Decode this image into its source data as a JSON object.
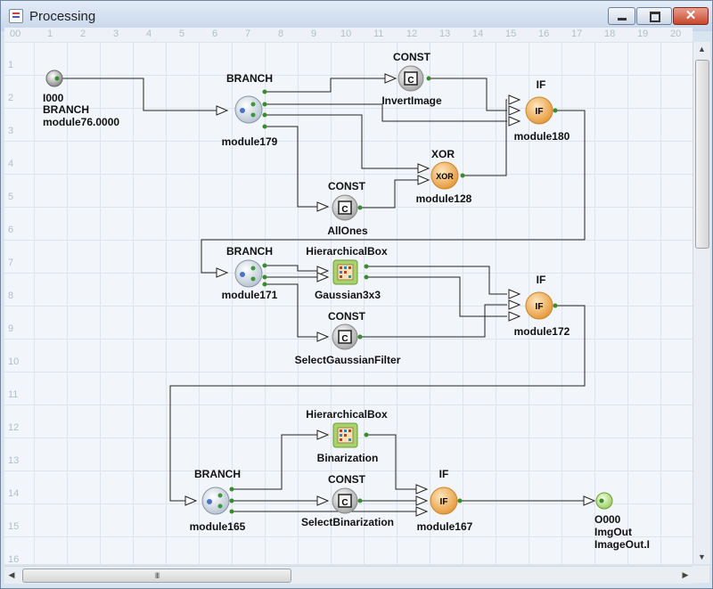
{
  "window": {
    "title": "Processing",
    "close_glyph": "✕"
  },
  "ruler_cols": [
    "00",
    "1",
    "2",
    "3",
    "4",
    "5",
    "6",
    "7",
    "8",
    "9",
    "10",
    "11",
    "12",
    "13",
    "14",
    "15",
    "16",
    "17",
    "18",
    "19",
    "20"
  ],
  "ruler_rows": [
    "1",
    "2",
    "3",
    "4",
    "5",
    "6",
    "7",
    "8",
    "9",
    "10",
    "11",
    "12",
    "13",
    "14",
    "15",
    "16"
  ],
  "nodes": {
    "i000": {
      "l1": "I000",
      "l2": "BRANCH",
      "l3": "module76.0000"
    },
    "branch179": {
      "type": "BRANCH",
      "name": "module179"
    },
    "const_invert": {
      "type": "CONST",
      "name": "InvertImage"
    },
    "if180": {
      "type": "IF",
      "name": "module180"
    },
    "xor128": {
      "type": "XOR",
      "name": "module128",
      "glyph": "XOR"
    },
    "const_allones": {
      "type": "CONST",
      "name": "AllOnes"
    },
    "branch171": {
      "type": "BRANCH",
      "name": "module171"
    },
    "hbox_gauss": {
      "type": "HierarchicalBox",
      "name": "Gaussian3x3"
    },
    "if172": {
      "type": "IF",
      "name": "module172"
    },
    "const_selgauss": {
      "type": "CONST",
      "name": "SelectGaussianFilter"
    },
    "hbox_bin": {
      "type": "HierarchicalBox",
      "name": "Binarization"
    },
    "branch165": {
      "type": "BRANCH",
      "name": "module165"
    },
    "const_selbin": {
      "type": "CONST",
      "name": "SelectBinarization"
    },
    "if167": {
      "type": "IF",
      "name": "module167"
    },
    "o000": {
      "l1": "O000",
      "l2": "ImgOut",
      "l3": "ImageOut.I"
    }
  },
  "const_glyph": "C",
  "if_glyph": "IF",
  "scroll_grip": "III",
  "colors": {
    "wire": "#222222",
    "port": "#3a8a2e",
    "if_fill": "#f3b86a",
    "branch_fill": "#dfe6ef",
    "const_fill": "#d9d9d9",
    "hbox_fill": "#a6d46a",
    "grid": "#dde4ee"
  }
}
